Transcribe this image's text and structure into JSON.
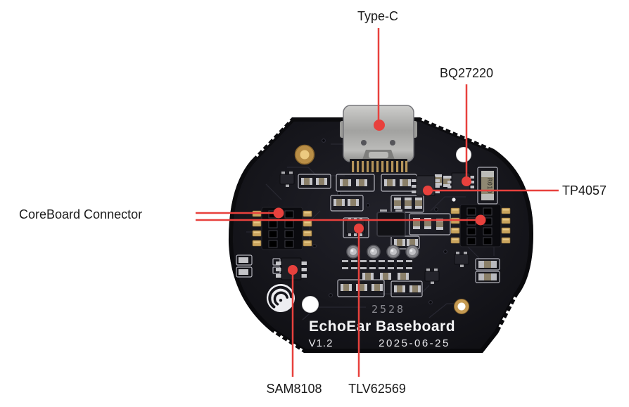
{
  "callouts": {
    "type_c": {
      "label": "Type-C"
    },
    "bq27220": {
      "label": "BQ27220"
    },
    "tp4057": {
      "label": "TP4057"
    },
    "coreboard": {
      "label": "CoreBoard Connector"
    },
    "sam8108": {
      "label": "SAM8108"
    },
    "tlv62569": {
      "label": "TLV62569"
    }
  },
  "board_silkscreen": {
    "title": "EchoEar Baseboard",
    "version": "V1.2",
    "date": "2025-06-25",
    "batch_code": "2528",
    "sense_resistor_marking": "R010"
  },
  "colors": {
    "background": "#ffffff",
    "board_black": "#15151b",
    "callout_red": "#e8413d",
    "silkscreen_white": "#f2f2f4",
    "gold": "#c9a45e"
  }
}
